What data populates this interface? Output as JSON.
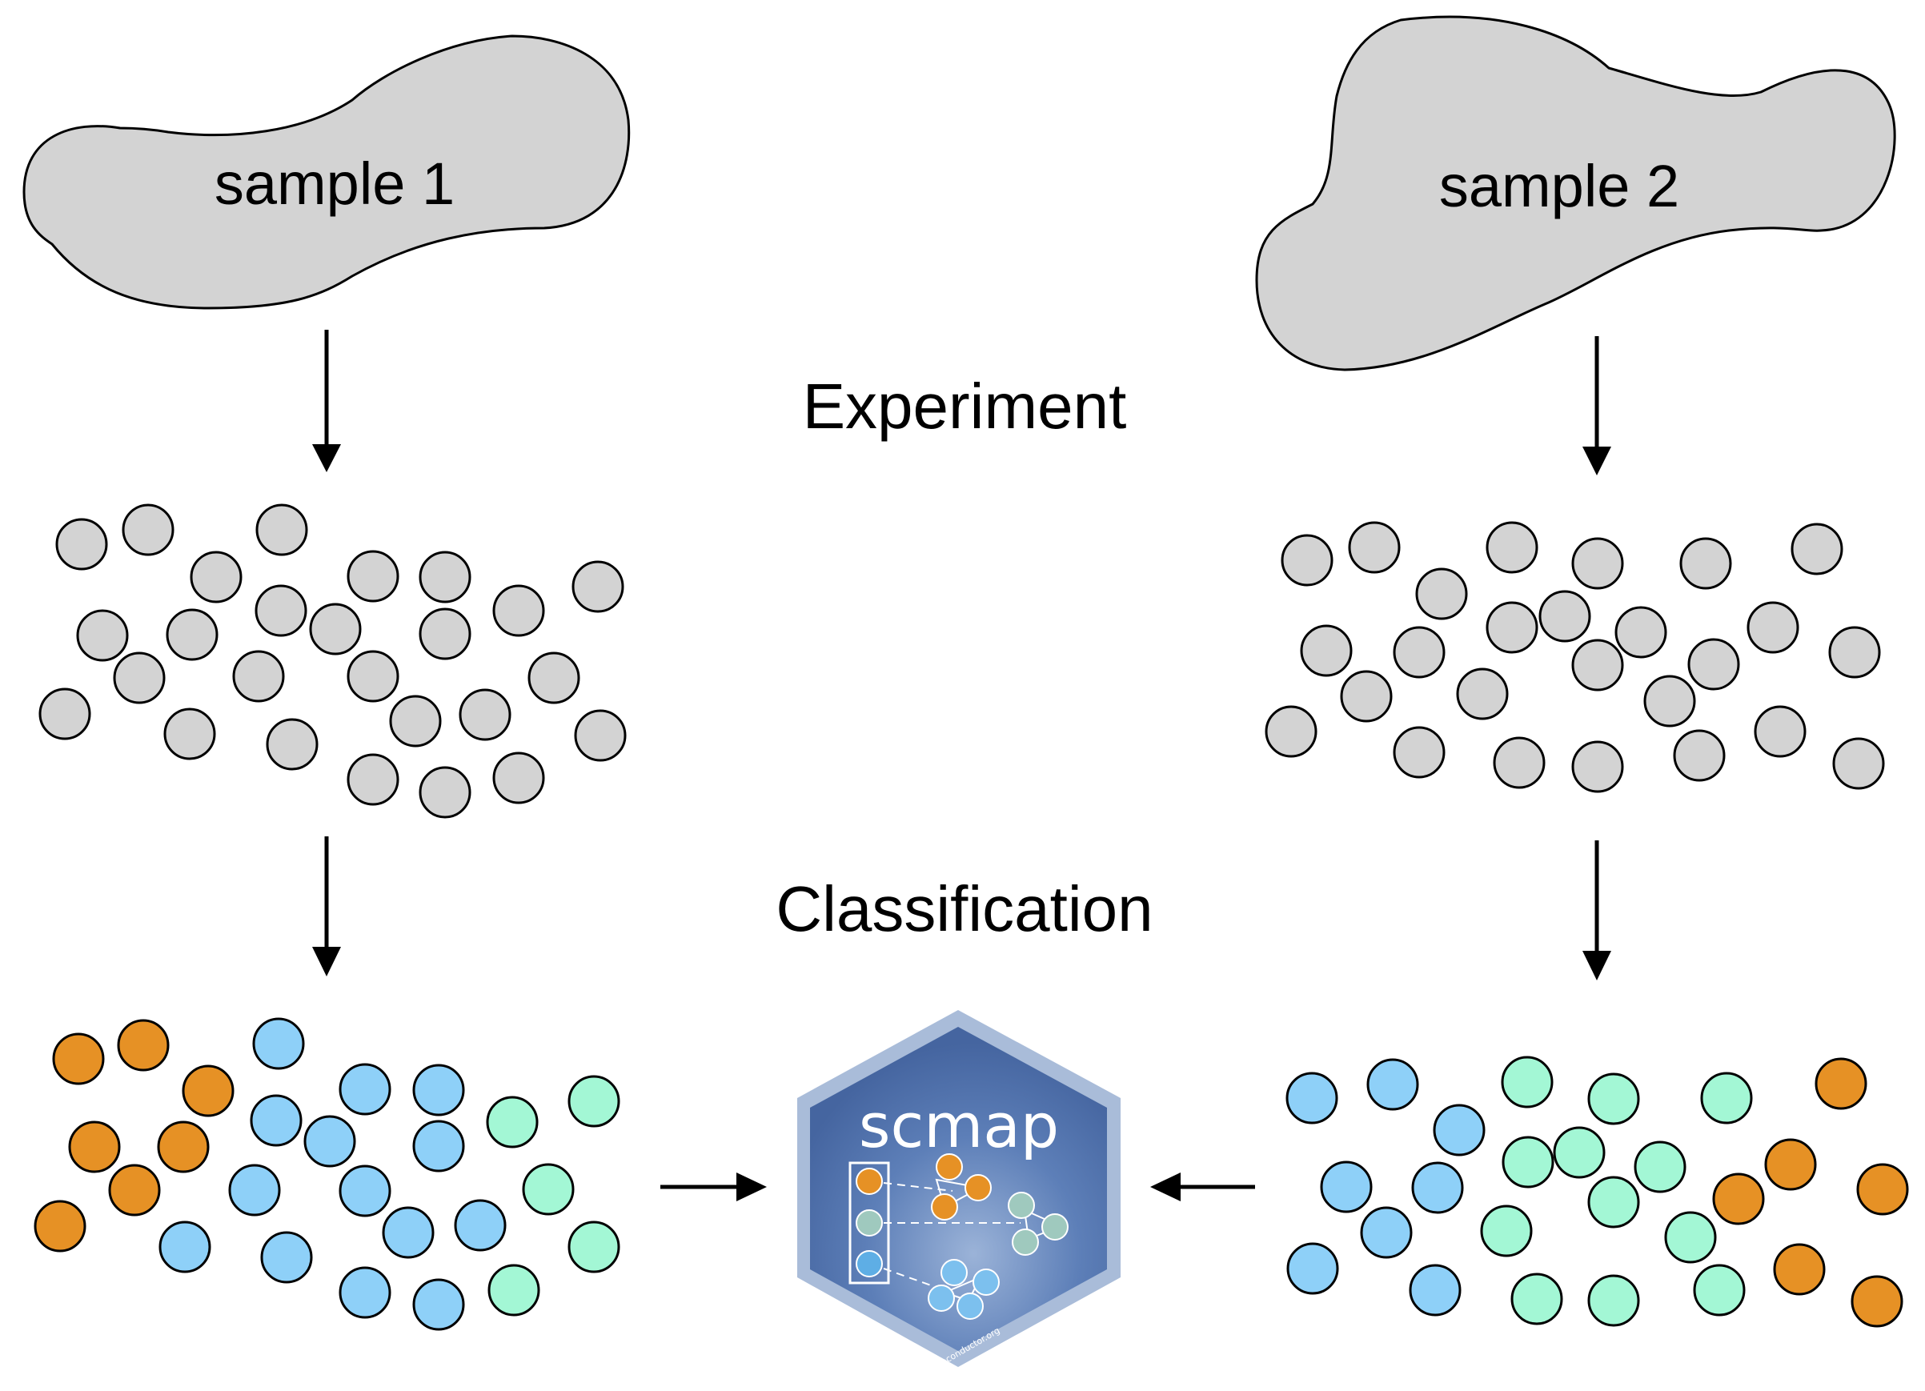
{
  "samples": [
    {
      "label": "sample 1"
    },
    {
      "label": "sample 2"
    }
  ],
  "steps": {
    "experiment": "Experiment",
    "classification": "Classification"
  },
  "logo": {
    "name": "scmap",
    "url": "www.bioconductor.org"
  },
  "colors": {
    "cloud": "#d3d3d3",
    "cell_unclassified": "#d3d3d3",
    "type_orange": "#e69125",
    "type_blue": "#8ed0f8",
    "type_green": "#a3f7d5",
    "hex_fill": "#4a6aa3",
    "hex_border": "#a9bcd9"
  }
}
